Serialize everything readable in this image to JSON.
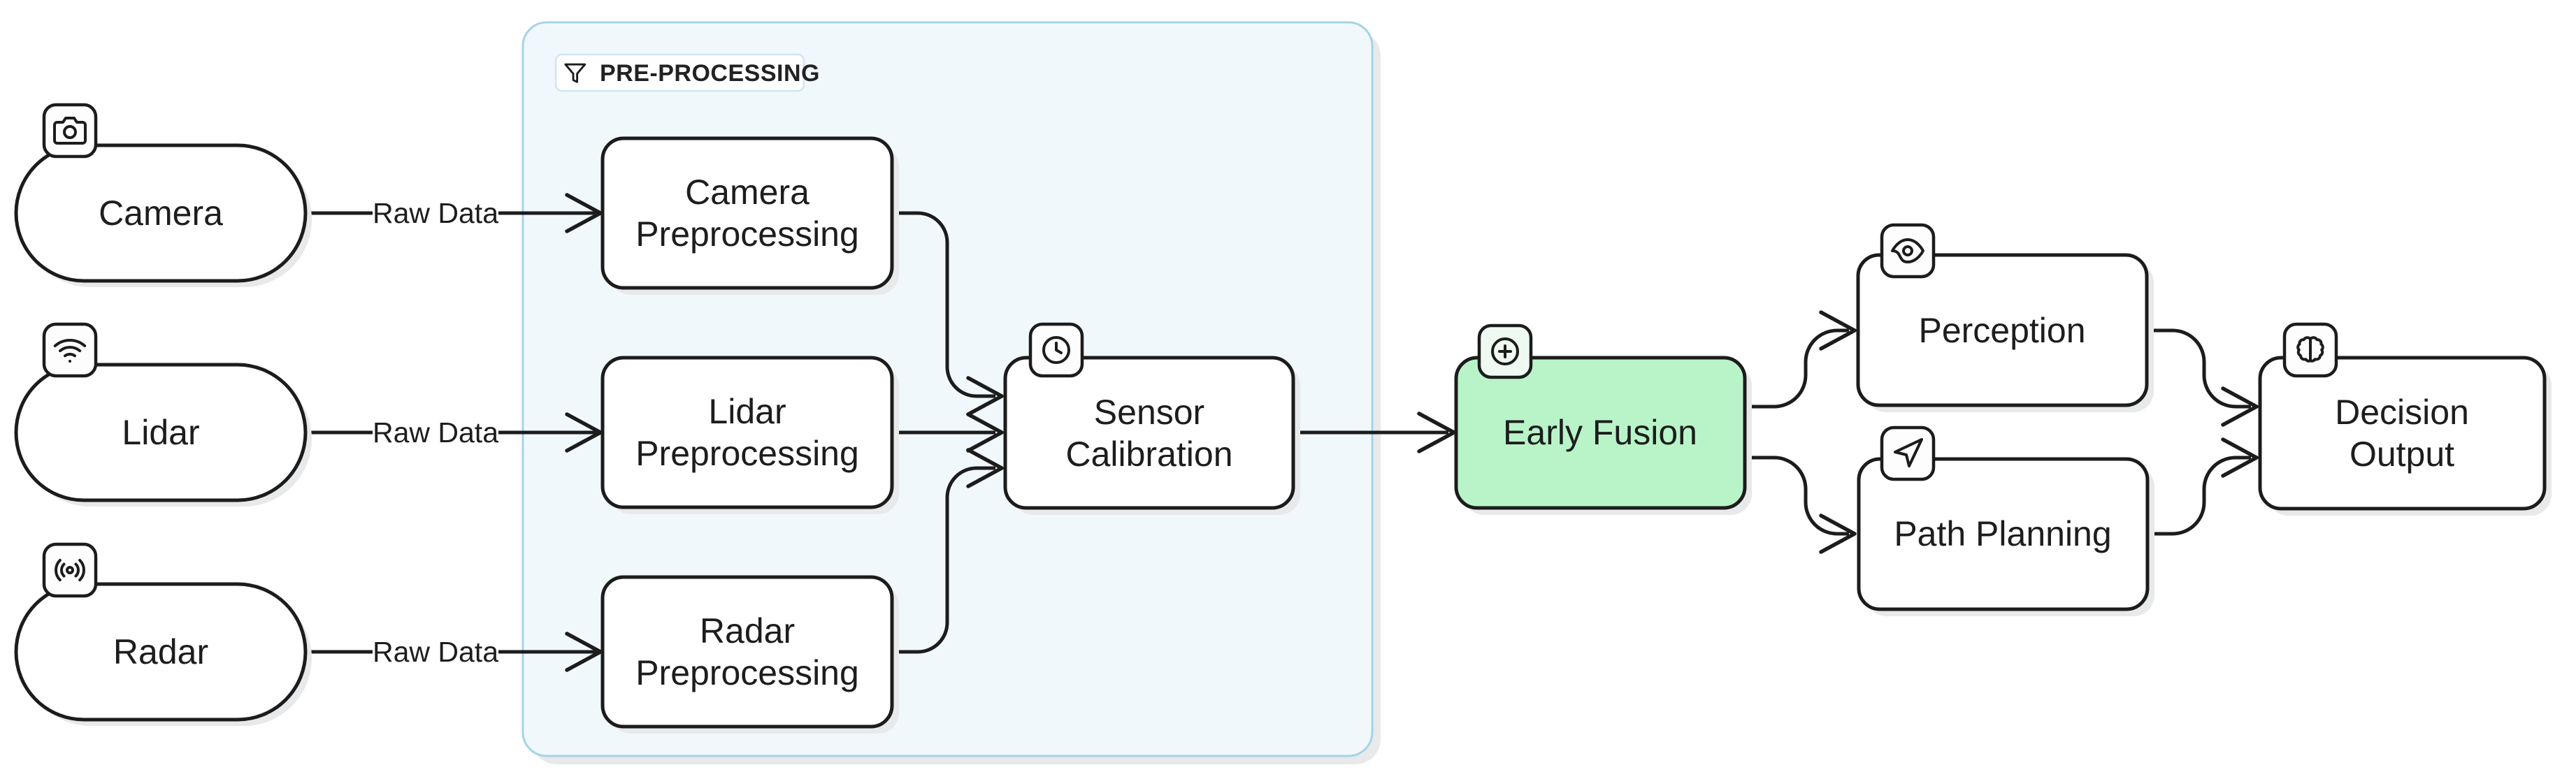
{
  "diagram": {
    "type": "flowchart",
    "direction": "left-to-right",
    "colors": {
      "background": "#ffffff",
      "node_fill": "#ffffff",
      "node_border": "#1c1c1c",
      "text": "#1d1d1d",
      "early_fusion_fill": "#b9f4c9",
      "container_fill": "#f1f8fc",
      "container_border": "#a6d3e8",
      "shadow": "#e8e9ea"
    },
    "container": {
      "label": "PRE-PROCESSING",
      "icon": "funnel-icon"
    },
    "nodes": {
      "camera": {
        "label": "Camera",
        "shape": "stadium",
        "icon": "camera-icon"
      },
      "lidar": {
        "label": "Lidar",
        "shape": "stadium",
        "icon": "wifi-icon"
      },
      "radar": {
        "label": "Radar",
        "shape": "stadium",
        "icon": "radar-waves-icon"
      },
      "camera_preprocessing": {
        "lines": [
          "Camera",
          "Preprocessing"
        ],
        "shape": "rect",
        "group": "PRE-PROCESSING"
      },
      "lidar_preprocessing": {
        "lines": [
          "Lidar",
          "Preprocessing"
        ],
        "shape": "rect",
        "group": "PRE-PROCESSING"
      },
      "radar_preprocessing": {
        "lines": [
          "Radar",
          "Preprocessing"
        ],
        "shape": "rect",
        "group": "PRE-PROCESSING"
      },
      "sensor_calibration": {
        "lines": [
          "Sensor",
          "Calibration"
        ],
        "shape": "rect",
        "icon": "clock-icon",
        "group": "PRE-PROCESSING"
      },
      "early_fusion": {
        "label": "Early Fusion",
        "shape": "rect",
        "icon": "plus-circle-icon",
        "fill": "#b9f4c9"
      },
      "perception": {
        "label": "Perception",
        "shape": "rect",
        "icon": "eye-icon"
      },
      "path_planning": {
        "label": "Path Planning",
        "shape": "rect",
        "icon": "navigation-icon"
      },
      "decision_output": {
        "lines": [
          "Decision",
          "Output"
        ],
        "shape": "rect",
        "icon": "brain-icon"
      }
    },
    "edges": [
      {
        "from": "Camera",
        "to": "Camera Preprocessing",
        "label": "Raw Data"
      },
      {
        "from": "Lidar",
        "to": "Lidar Preprocessing",
        "label": "Raw Data"
      },
      {
        "from": "Radar",
        "to": "Radar Preprocessing",
        "label": "Raw Data"
      },
      {
        "from": "Camera Preprocessing",
        "to": "Sensor Calibration"
      },
      {
        "from": "Lidar Preprocessing",
        "to": "Sensor Calibration"
      },
      {
        "from": "Radar Preprocessing",
        "to": "Sensor Calibration"
      },
      {
        "from": "Sensor Calibration",
        "to": "Early Fusion"
      },
      {
        "from": "Early Fusion",
        "to": "Perception"
      },
      {
        "from": "Early Fusion",
        "to": "Path Planning"
      },
      {
        "from": "Perception",
        "to": "Decision Output"
      },
      {
        "from": "Path Planning",
        "to": "Decision Output"
      }
    ]
  }
}
